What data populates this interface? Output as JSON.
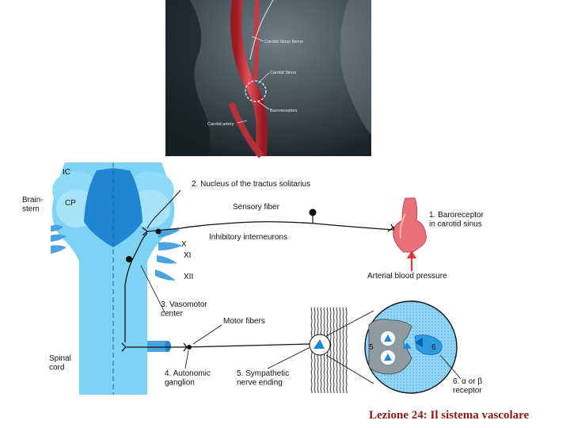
{
  "photo": {
    "labels": {
      "carotid_sinus_nerve": "Carotid Sinus Nerve",
      "carotid_sinus": "Carotid Sinus",
      "baroreceptors": "Baroreceptors",
      "carotid_artery": "Carotid artery"
    }
  },
  "diagram": {
    "brainstem": "Brain-\nstem",
    "ic": "IC",
    "cp": "CP",
    "spinal_cord": "Spinal\ncord",
    "step2": "2. Nucleus of the tractus solitarius",
    "sensory_fiber": "Sensory fiber",
    "inhibitory": "Inhibitory interneurons",
    "step1": "1. Baroreceptor\nin carotid sinus",
    "nerve_x": "X",
    "nerve_xi": "XI",
    "nerve_xii": "XII",
    "arterial_pressure": "Arterial blood pressure",
    "step3": "3. Vasomotor\ncenter",
    "motor_fibers": "Motor fibers",
    "step4": "4. Autonomic\nganglion",
    "step5": "5. Sympathetic\nnerve ending",
    "num5": "5",
    "num6": "6",
    "step6": "6. α or β\nreceptor"
  },
  "caption": "Lezione 24: Il sistema vascolare",
  "colors": {
    "nerve_blue": "#7ed2f4",
    "deep_blue": "#1f86d3",
    "artery_red": "#d8454e",
    "photo_dark": "#28333b"
  }
}
